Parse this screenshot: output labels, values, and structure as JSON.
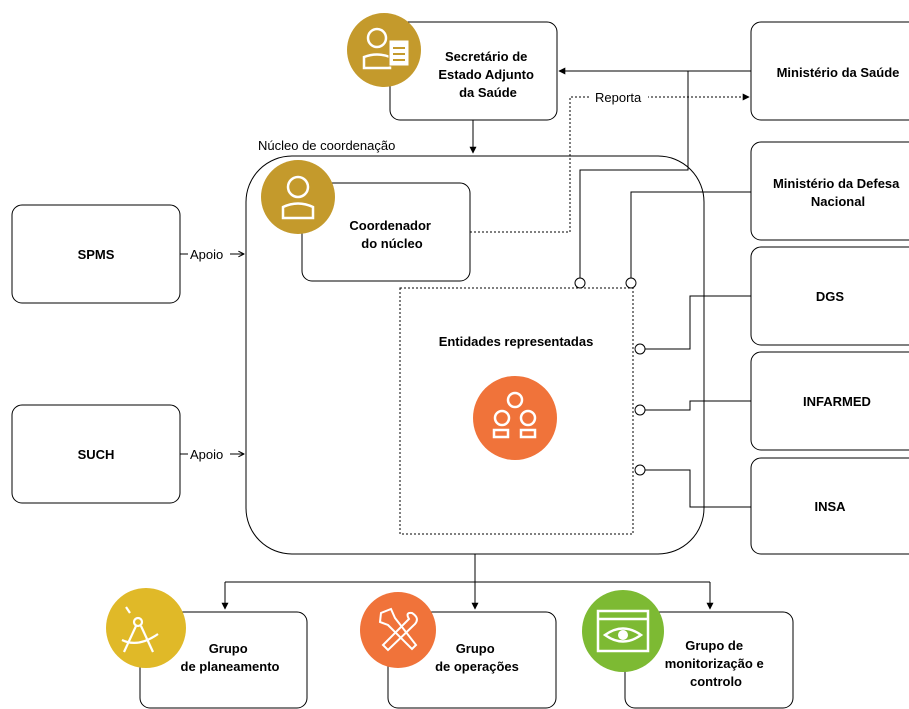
{
  "core": {
    "title": "Núcleo de coordenação"
  },
  "nodes": {
    "sec_estado": [
      "Secretário de",
      "Estado Adjunto",
      "da Saúde"
    ],
    "coordenador": [
      "Coordenador",
      "do núcleo"
    ],
    "entidades": [
      "Entidades representadas"
    ],
    "spms": [
      "SPMS"
    ],
    "such": [
      "SUCH"
    ],
    "min_saude": [
      "Ministério da Saúde"
    ],
    "min_defesa": [
      "Ministério da Defesa",
      "Nacional"
    ],
    "dgs": [
      "DGS"
    ],
    "infarmed": [
      "INFARMED"
    ],
    "insa": [
      "INSA"
    ],
    "grupo_plan": [
      "Grupo",
      "de planeamento"
    ],
    "grupo_oper": [
      "Grupo",
      "de operações"
    ],
    "grupo_monit": [
      "Grupo de",
      "monitorização e",
      "controlo"
    ]
  },
  "edges": {
    "reporta": "Reporta",
    "apoio_spms": "Apoio",
    "apoio_such": "Apoio"
  },
  "colors": {
    "gold": "#C49A2C",
    "orange": "#F0733A",
    "yellow": "#E0B928",
    "green": "#7DBA33"
  },
  "icons": {
    "sec_estado": "person-document-icon",
    "coordenador": "person-icon",
    "entidades": "people-group-icon",
    "grupo_plan": "compass-icon",
    "grupo_oper": "tools-icon",
    "grupo_monit": "eye-monitor-icon"
  }
}
